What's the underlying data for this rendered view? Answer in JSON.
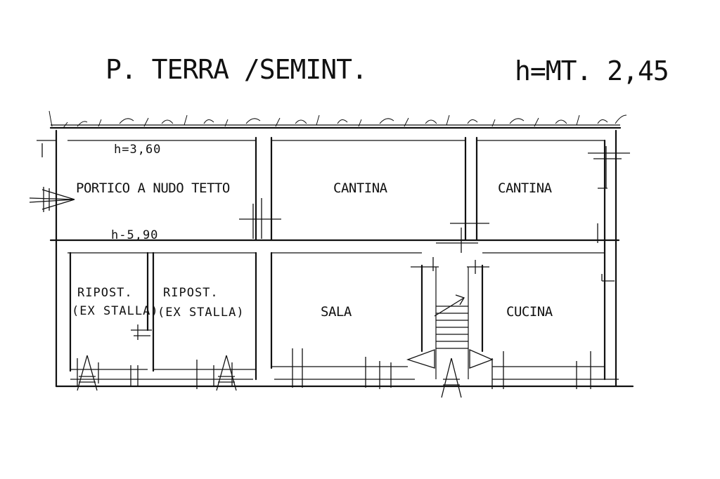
{
  "header": {
    "floor_title": "P. TERRA /SEMINT.",
    "height_note": "h=MT. 2,45"
  },
  "rooms": {
    "portico": {
      "label": "PORTICO A NUDO TETTO",
      "height_top": "h=3,60",
      "height_bottom": "h-5,90"
    },
    "cantina_1": {
      "label": "CANTINA"
    },
    "cantina_2": {
      "label": "CANTINA"
    },
    "ripost_1": {
      "label_line1": "RIPOST.",
      "label_line2": "(EX STALLA)"
    },
    "ripost_2": {
      "label_line1": "RIPOST.",
      "label_line2": "(EX STALLA)"
    },
    "sala": {
      "label": "SALA"
    },
    "cucina": {
      "label": "CUCINA"
    }
  }
}
